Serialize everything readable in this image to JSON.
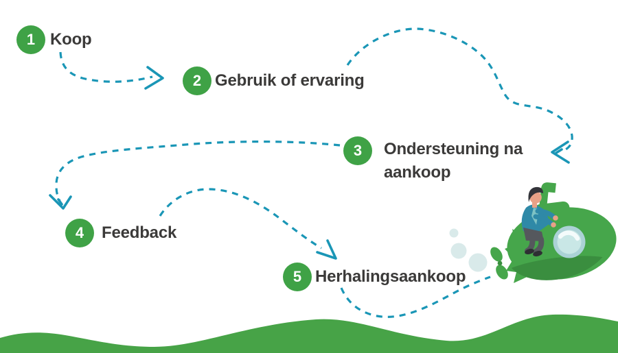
{
  "diagram_title": "customer-journey-loop",
  "steps": [
    {
      "number": "1",
      "label": "Koop"
    },
    {
      "number": "2",
      "label": "Gebruik of ervaring"
    },
    {
      "number": "3",
      "label": "Ondersteuning na\naankoop"
    },
    {
      "number": "4",
      "label": "Feedback"
    },
    {
      "number": "5",
      "label": "Herhalingsaankoop"
    }
  ],
  "illustration": {
    "name": "man-riding-green-submarine",
    "elements": [
      "submarine-body",
      "porthole",
      "periscope",
      "conning-tower",
      "propeller",
      "tail-fins",
      "rider",
      "bubbles",
      "water-wave"
    ]
  },
  "colors": {
    "step_badge": "#3fa246",
    "wave": "#47a347",
    "connector_dash": "#1a96b6",
    "label_text": "#3b3a39",
    "bubble": "#d9eaea",
    "submarine_body": "#46a64b",
    "submarine_shadow": "#3a8e3f",
    "rider_shirt": "#2f89a7",
    "rider_pants": "#55585d",
    "rider_skin": "#e9a187",
    "rider_hair": "#33343a",
    "porthole_ring": "#abd2d6",
    "porthole_glass": "#c9e7e6",
    "porthole_highlight": "#f4fbfb"
  }
}
